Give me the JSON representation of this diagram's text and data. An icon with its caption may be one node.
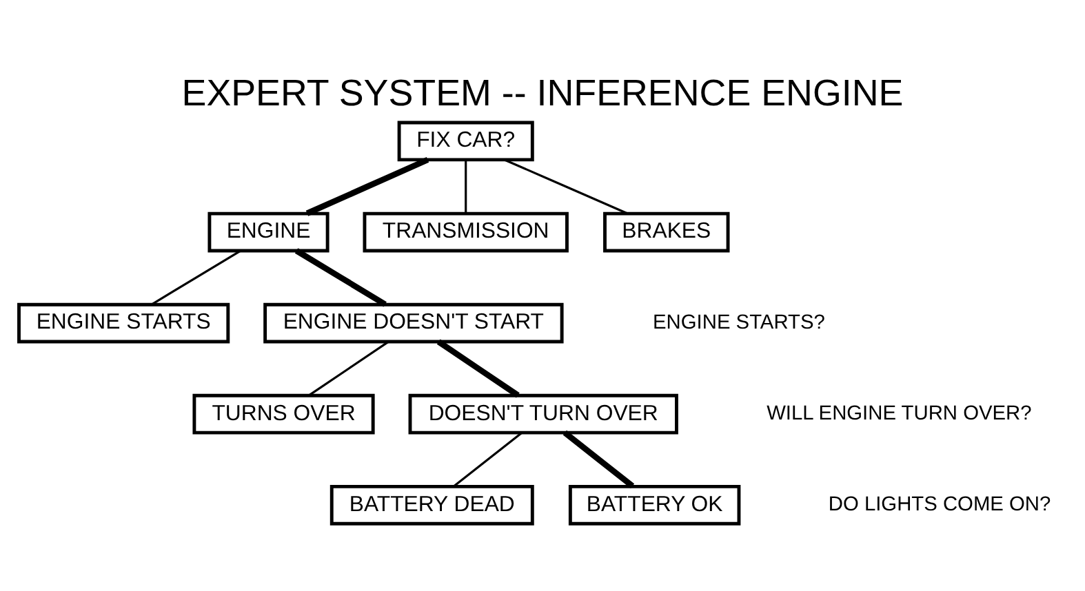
{
  "diagram": {
    "title": "EXPERT SYSTEM -- INFERENCE ENGINE",
    "nodes": [
      {
        "text": [
          "FIX CAR?"
        ]
      },
      {
        "text": [
          "ENGINE"
        ]
      },
      {
        "text": [
          "TRANSMISSION"
        ]
      },
      {
        "text": [
          "BRAKES"
        ]
      },
      {
        "text": [
          "ENGINE STARTS"
        ]
      },
      {
        "text": [
          "ENGINE DOESN'T START"
        ]
      },
      {
        "text": [
          "TURNS OVER"
        ]
      },
      {
        "text": [
          "DOESN'T TURN OVER"
        ]
      },
      {
        "text": [
          "BATTERY DEAD"
        ]
      },
      {
        "text": [
          "BATTERY OK"
        ]
      }
    ],
    "edges": [
      {
        "from": 0,
        "to": 1,
        "arrow": "none",
        "style": "thick"
      },
      {
        "from": 0,
        "to": 2,
        "arrow": "none"
      },
      {
        "from": 0,
        "to": 3,
        "arrow": "none"
      },
      {
        "from": 1,
        "to": 4,
        "arrow": "none"
      },
      {
        "from": 1,
        "to": 5,
        "arrow": "none",
        "style": "thick"
      },
      {
        "from": 5,
        "to": 6,
        "arrow": "none"
      },
      {
        "from": 5,
        "to": 7,
        "arrow": "none",
        "style": "thick"
      },
      {
        "from": 7,
        "to": 8,
        "arrow": "none"
      },
      {
        "from": 7,
        "to": 9,
        "arrow": "none",
        "style": "thick"
      }
    ],
    "labels": [
      "ENGINE STARTS?",
      "WILL ENGINE TURN OVER?",
      "DO LIGHTS COME ON?"
    ]
  }
}
